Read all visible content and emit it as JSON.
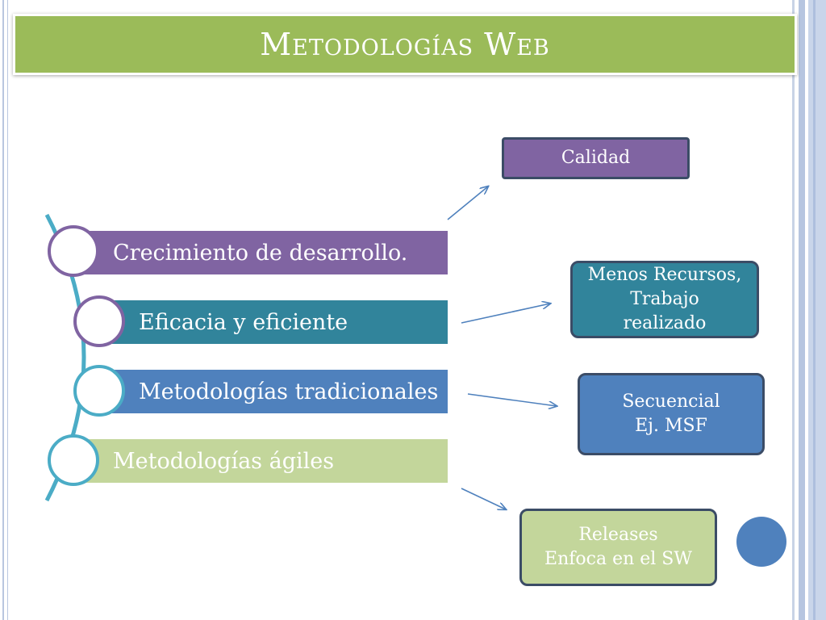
{
  "title": "Metodologías Web",
  "list_items": [
    {
      "label": "Crecimiento de desarrollo."
    },
    {
      "label": "Eficacia y eficiente"
    },
    {
      "label": "Metodologías tradicionales"
    },
    {
      "label": "Metodologías ágiles"
    }
  ],
  "boxes": {
    "calidad": {
      "lines": [
        "Calidad"
      ]
    },
    "recursos": {
      "lines": [
        "Menos Recursos,",
        "Trabajo",
        "realizado"
      ]
    },
    "secuencial": {
      "lines": [
        "Secuencial",
        "Ej. MSF"
      ]
    },
    "releases": {
      "lines": [
        "Releases",
        "Enfoca en el SW"
      ]
    }
  },
  "colors": {
    "title_bg": "#9bbb59",
    "purple": "#8064a2",
    "teal": "#31849b",
    "blue": "#4f81bd",
    "light_green": "#c3d69b",
    "arrow": "#4f81bd",
    "spine": "#4bacc6"
  }
}
